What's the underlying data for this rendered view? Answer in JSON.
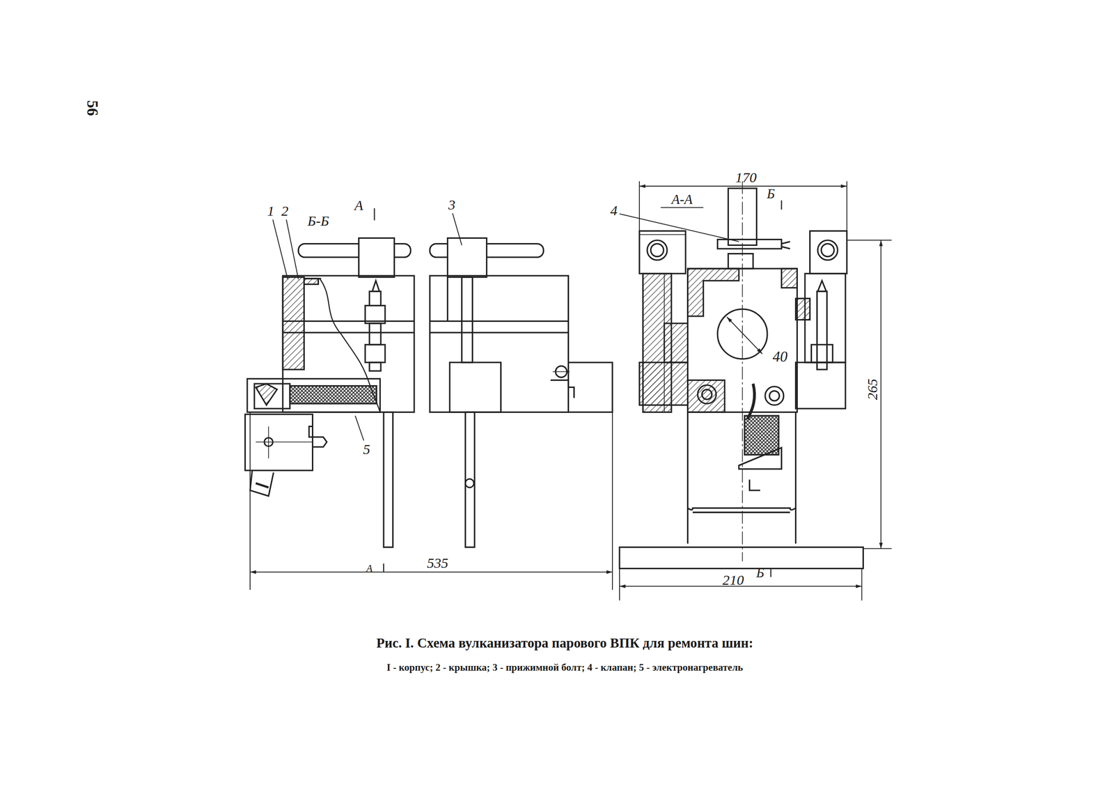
{
  "diagram": {
    "caption": "Рис. I. Схема вулканизатора парового ВПК для ремонта шин:",
    "labels": [
      "56",
      "1",
      "2",
      "Б-Б",
      "А",
      "3",
      "4",
      "А-А",
      "Б",
      "170",
      "40",
      "265",
      "5",
      "535",
      "А",
      "210",
      "Б",
      "I - корпус; 2 - крышка; 3 - прижимной болт; 4 - клапан; 5 - электронагреватель"
    ]
  }
}
